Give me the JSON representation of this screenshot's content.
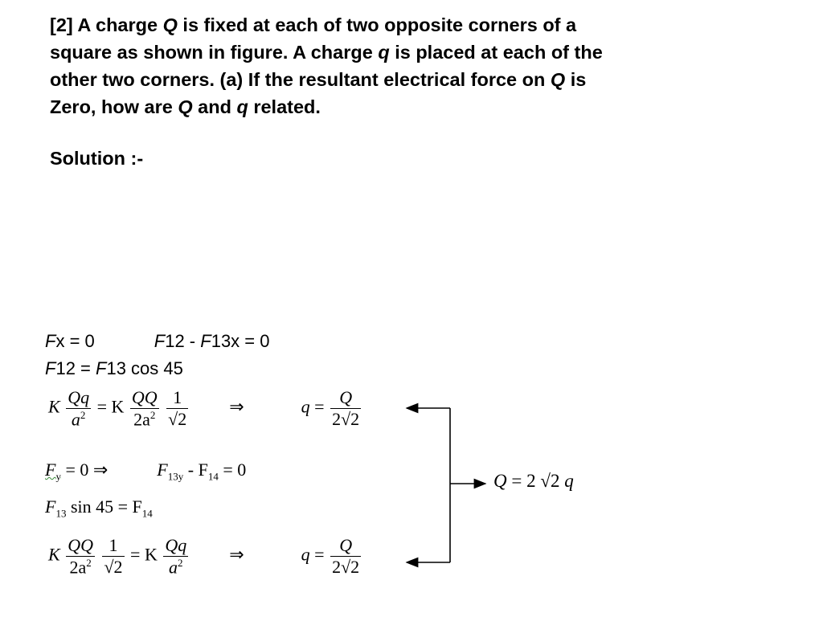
{
  "problem": {
    "line1": [
      "[2] A charge ",
      "Q",
      " is fixed at each of two opposite corners of a"
    ],
    "line2": [
      "square as shown in figure.  A charge ",
      "q",
      " is placed at each of the"
    ],
    "line3": [
      "other two corners. (a) If the resultant electrical force on ",
      "Q",
      " is"
    ],
    "line4": [
      "Zero, how are ",
      "Q",
      " and ",
      "q",
      " related."
    ]
  },
  "solution_label": "Solution :-",
  "eq_fx": {
    "a": "F",
    "b": "x = 0",
    "c": "F",
    "d": "12 - ",
    "e": "F",
    "f": "13x = 0"
  },
  "eq_f12": {
    "a": "F",
    "b": "12 = ",
    "c": "F",
    "d": "13 cos 45"
  },
  "eq1": {
    "K": "K",
    "n1": "Qq",
    "d1": "a",
    "exp": "2",
    "eqK": "= K",
    "n2": "QQ",
    "d2": "2a",
    "n3": "1",
    "sqrt2": "2",
    "arrow": "⇒",
    "q": "q",
    "eq": "=",
    "n4": "Q",
    "d4pre": "2",
    "d4rad": "2"
  },
  "eq_fy": {
    "F": "F",
    "y": "y",
    "rest": " = 0  ⇒",
    "F2": "F",
    "sub13y": "13y",
    "minus": " - F",
    "sub14": "14",
    "end": " = 0"
  },
  "eq_sin": {
    "F": "F",
    "sub13": "13",
    "mid": " sin 45 = F",
    "sub14": "14"
  },
  "eq2": {
    "K": "K",
    "n1": "QQ",
    "d1": "2a",
    "exp": "2",
    "n2": "1",
    "sqrt2": "2",
    "eqK": "= K",
    "n3": "Qq",
    "d3": "a",
    "arrow": "⇒",
    "q": "q",
    "eq": "=",
    "n4": "Q",
    "d4pre": "2",
    "d4rad": "2"
  },
  "result": {
    "Q": "Q",
    "mid": " = 2 √2 ",
    "q": "q"
  }
}
